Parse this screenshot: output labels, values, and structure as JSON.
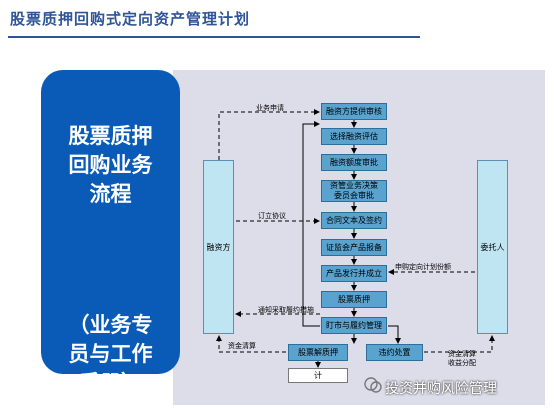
{
  "header": {
    "title": "股票质押回购式定向资产管理计划"
  },
  "left_card": {
    "line1": "股票质押\n回购业务\n流程",
    "line2": "（业务专\n员与工作\n手册）"
  },
  "actors": {
    "financer": "融资方",
    "trustor": "委托人"
  },
  "steps": {
    "s1": "融资方提供审核",
    "s2": "选择融资评估",
    "s3": "融资额度审批",
    "s4": "资管业务决策\n委员会审批",
    "s5": "合同文本及签约",
    "s6": "证监会产品报备",
    "s7": "产品发行并成立",
    "s8": "股票质押",
    "s9": "盯市与履约管理",
    "s10": "股票解质押",
    "s11": "违约处置",
    "s12": "计"
  },
  "labels": {
    "apply": "业务申请",
    "sign": "订立协议",
    "measures": "通知采取履约措施",
    "repay": "资金清算",
    "subscribe": "申购定向计划份额",
    "settle": "资金清算\n收益分配"
  },
  "watermark": {
    "text": "投资并购风险管理"
  }
}
